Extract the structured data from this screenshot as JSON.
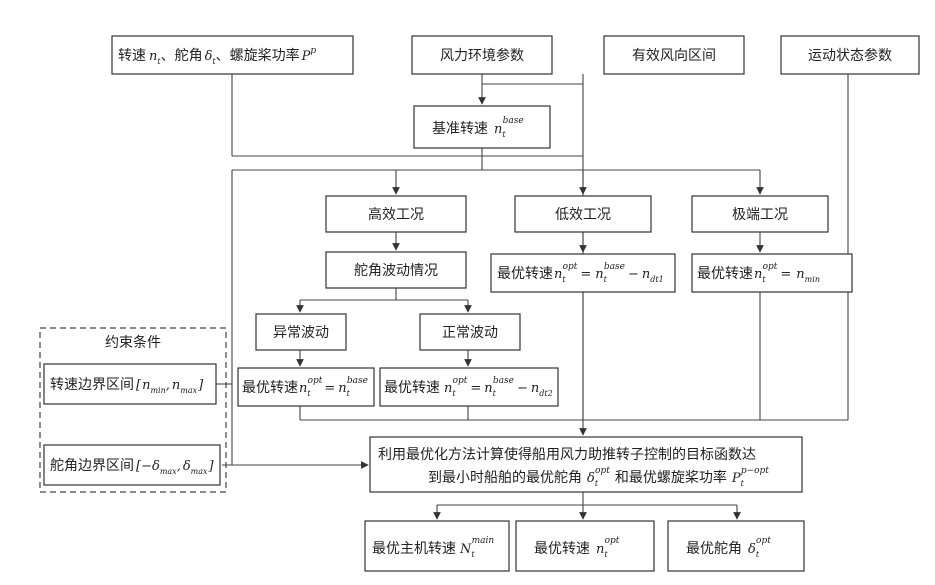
{
  "nodes": {
    "input_params": {
      "lbl_speed": "转速",
      "sym_n": "n",
      "sub_t": "t",
      "sep1": "、",
      "lbl_rudder": "舵角",
      "sym_delta": "δ",
      "sep2": "、",
      "lbl_power": "螺旋桨功率",
      "sym_P": "P",
      "sup_p": "p"
    },
    "wind_env": {
      "label": "风力环境参数"
    },
    "wind_range": {
      "label": "有效风向区间"
    },
    "motion_state": {
      "label": "运动状态参数"
    },
    "base_speed": {
      "label": "基准转速",
      "sym": "n",
      "sub": "t",
      "sup": "base"
    },
    "high_eff": {
      "label": "高效工况"
    },
    "low_eff": {
      "label": "低效工况"
    },
    "extreme": {
      "label": "极端工况"
    },
    "rudder_fluct": {
      "label": "舵角波动情况"
    },
    "opt_low": {
      "label": "最优转速",
      "lhs": "n",
      "lhs_sub": "t",
      "lhs_sup": "opt",
      "eq": "=",
      "rhs": "n",
      "rhs_sub": "t",
      "rhs_sup": "base",
      "minus": "−",
      "term": "n",
      "term_sub": "dt1"
    },
    "opt_extreme": {
      "label": "最优转速",
      "lhs": "n",
      "lhs_sub": "t",
      "lhs_sup": "opt",
      "eq": "=",
      "rhs": "n",
      "rhs_sub": "min"
    },
    "abnormal": {
      "label": "异常波动"
    },
    "normal": {
      "label": "正常波动"
    },
    "opt_abnormal": {
      "label": "最优转速",
      "lhs": "n",
      "lhs_sub": "t",
      "lhs_sup": "opt",
      "eq": "=",
      "rhs": "n",
      "rhs_sub": "t",
      "rhs_sup": "base"
    },
    "opt_normal": {
      "label": "最优转速",
      "lhs": "n",
      "lhs_sub": "t",
      "lhs_sup": "opt",
      "eq": "=",
      "rhs": "n",
      "rhs_sub": "t",
      "rhs_sup": "base",
      "minus": "−",
      "term": "n",
      "term_sub": "dt2"
    },
    "constraints": {
      "title": "约束条件"
    },
    "speed_bound": {
      "label": "转速边界区间",
      "lb": "[",
      "a": "n",
      "a_sub": "min",
      "comma": ",",
      "b": "n",
      "b_sub": "max",
      "rb": "]"
    },
    "rudder_bound": {
      "label": "舵角边界区间",
      "lb": "[",
      "neg": "−",
      "a": "δ",
      "a_sub": "max",
      "comma": ",",
      "b": "δ",
      "b_sub": "max",
      "rb": "]"
    },
    "optimize": {
      "line1": "利用最优化方法计算使得船用风力助推转子控制的目标函数达",
      "line2a": "到最小时船舶的最优舵角",
      "sym_delta": "δ",
      "delta_sub": "t",
      "delta_sup": "opt",
      "line2b": "和最优螺旋桨功率",
      "sym_P": "P",
      "P_sub": "t",
      "P_sup": "p−opt"
    },
    "out_main": {
      "label": "最优主机转速",
      "sym": "N",
      "sub": "t",
      "sup": "main"
    },
    "out_speed": {
      "label": "最优转速",
      "sym": "n",
      "sub": "t",
      "sup": "opt"
    },
    "out_rudder": {
      "label": "最优舵角",
      "sym": "δ",
      "sub": "t",
      "sup": "opt"
    }
  }
}
